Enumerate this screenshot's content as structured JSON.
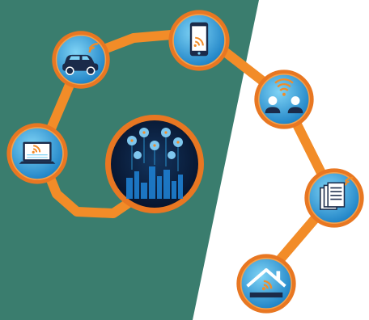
{
  "colors": {
    "left_panel": "#3A7D6E",
    "right_panel": "#FFFFFF",
    "chain": "#F28C28",
    "ring_outer": "#E87722",
    "disc_light": "#7FD3F5",
    "disc_dark": "#1A7FC4",
    "icon_white": "#FFFFFF",
    "icon_navy": "#1B2B4A",
    "signal": "#F28C28",
    "city_bg": "#0A1A33"
  },
  "nodes": [
    {
      "name": "connected-car",
      "icon": "car-icon"
    },
    {
      "name": "smartphone",
      "icon": "smartphone-icon"
    },
    {
      "name": "people-communication",
      "icon": "people-wifi-icon"
    },
    {
      "name": "documents",
      "icon": "documents-icon"
    },
    {
      "name": "smart-home",
      "icon": "home-wifi-icon"
    },
    {
      "name": "laptop",
      "icon": "laptop-icon"
    },
    {
      "name": "smart-city-hub",
      "icon": "city-network-icon"
    }
  ]
}
